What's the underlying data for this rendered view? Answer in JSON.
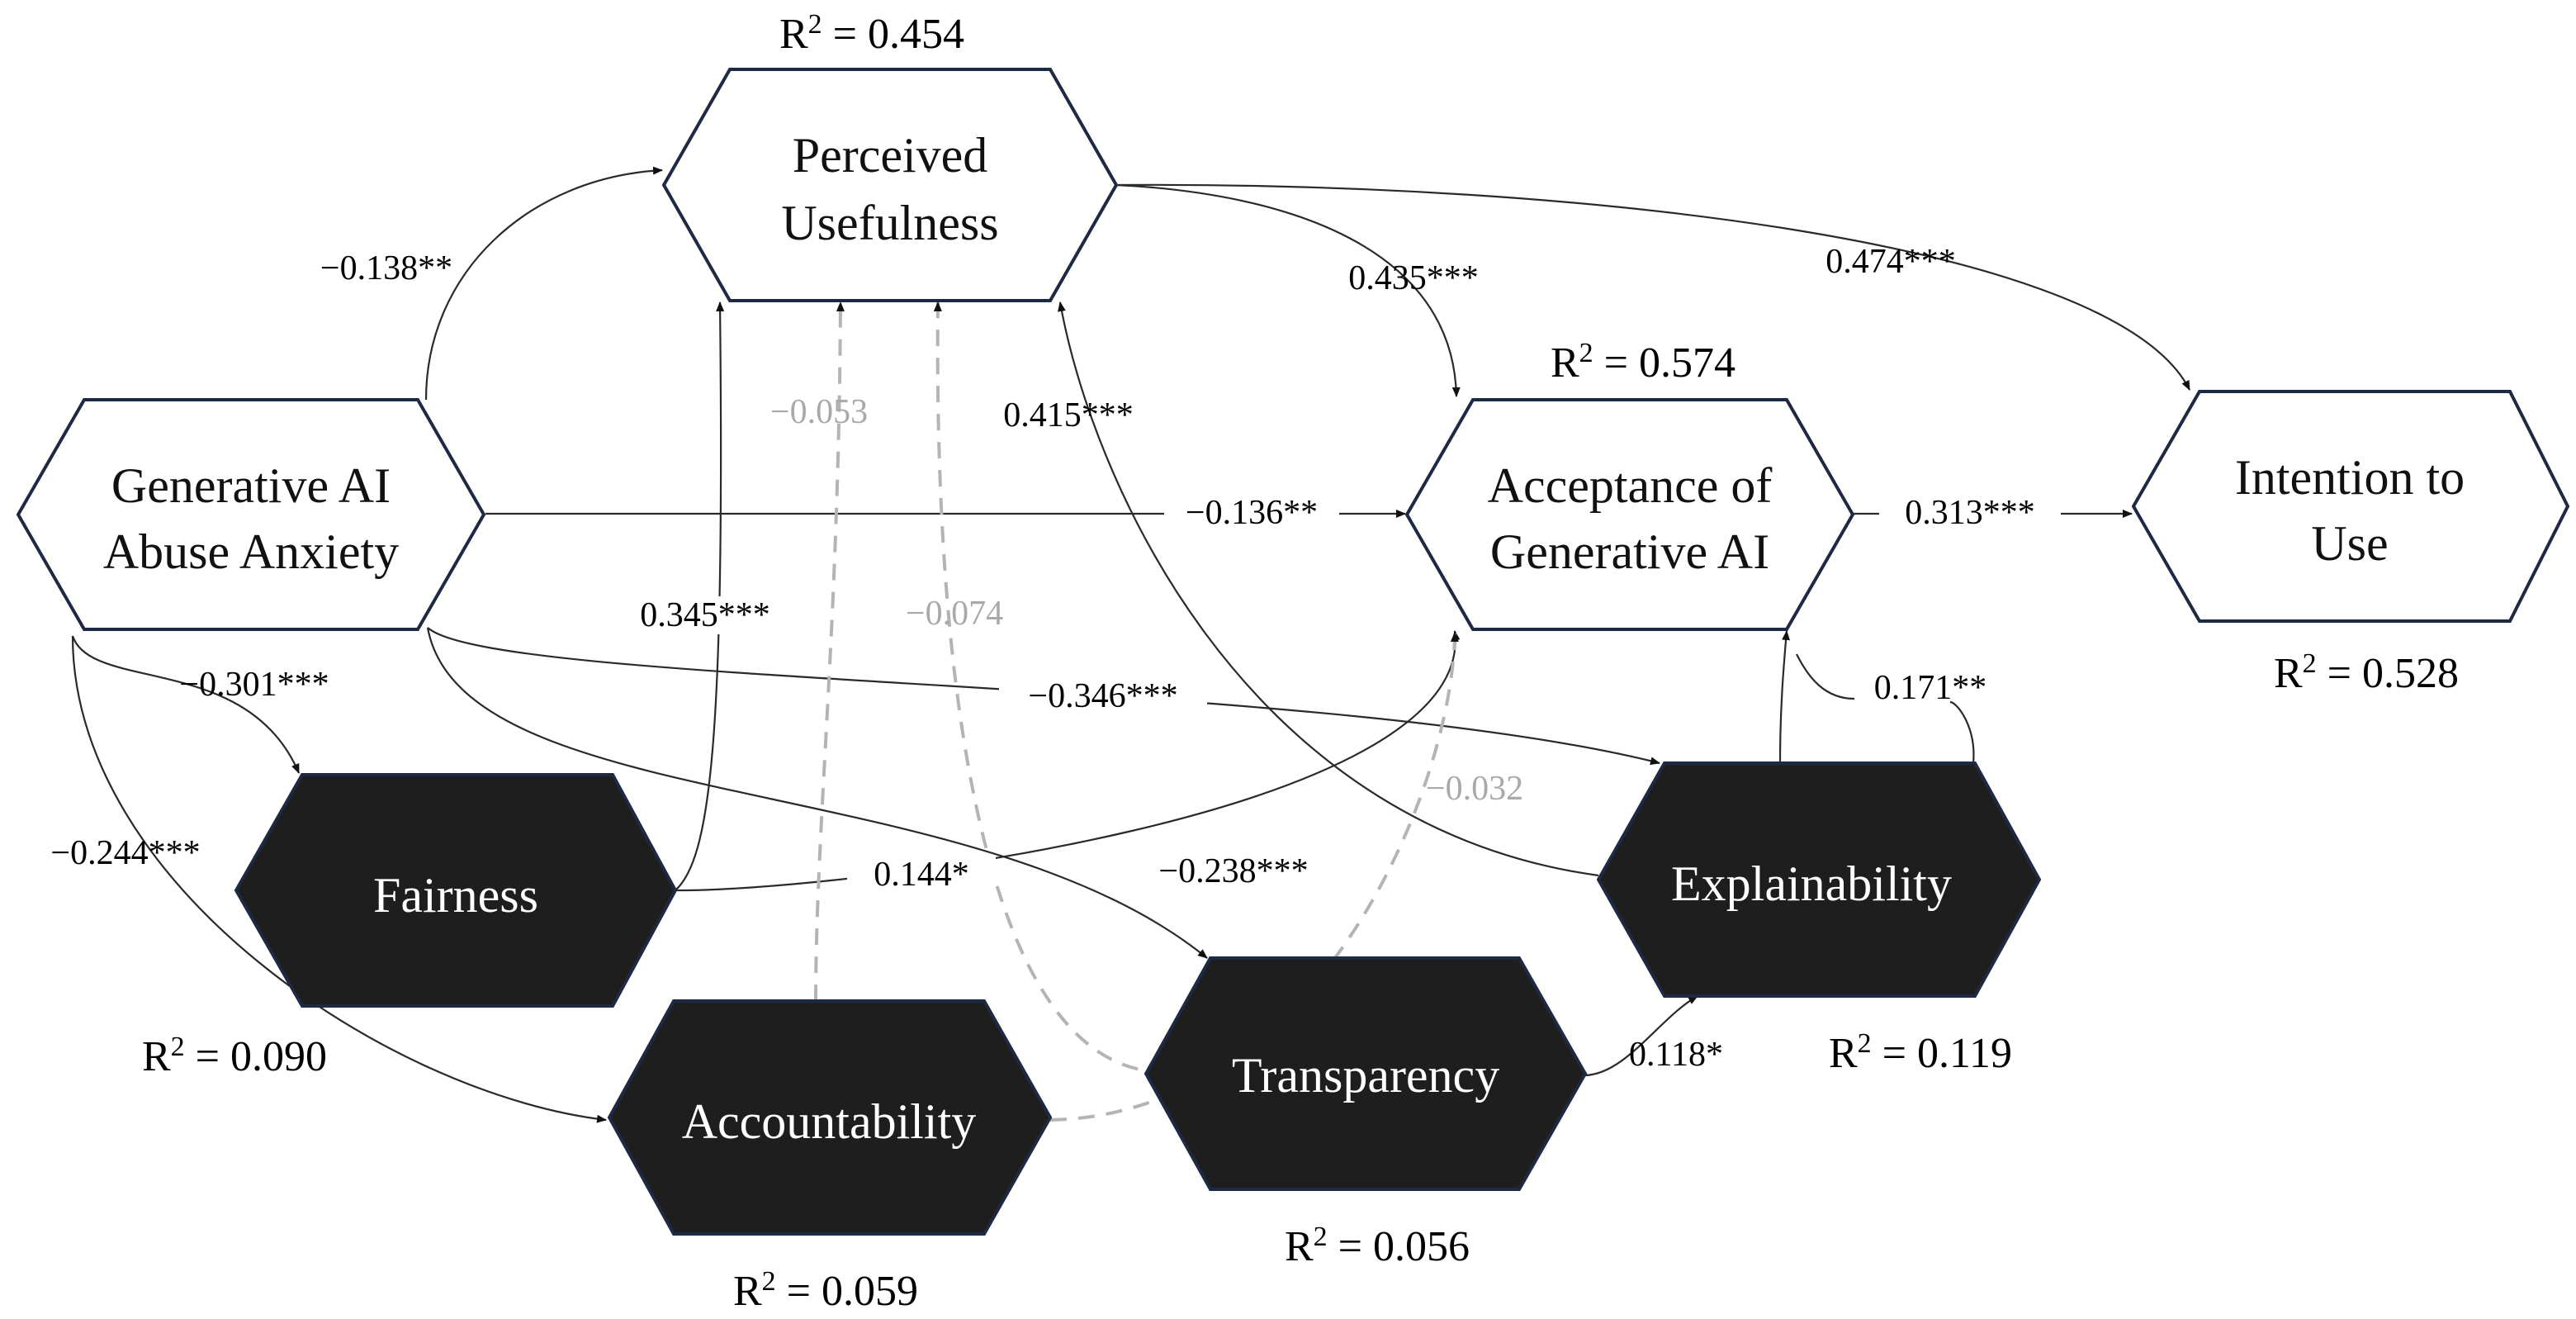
{
  "nodes": [
    {
      "id": "perceived_usefulness",
      "lines": [
        "Perceived",
        "Usefulness"
      ],
      "style": "light",
      "r2": "0.454"
    },
    {
      "id": "gai_abuse_anxiety",
      "lines": [
        "Generative AI",
        "Abuse Anxiety"
      ],
      "style": "light",
      "r2": ""
    },
    {
      "id": "acceptance_gai",
      "lines": [
        "Acceptance of",
        "Generative AI"
      ],
      "style": "light",
      "r2": "0.574"
    },
    {
      "id": "intention_to_use",
      "lines": [
        "Intention to",
        "Use"
      ],
      "style": "light",
      "r2": "0.528"
    },
    {
      "id": "fairness",
      "lines": [
        "Fairness"
      ],
      "style": "dark",
      "r2": "0.090"
    },
    {
      "id": "accountability",
      "lines": [
        "Accountability"
      ],
      "style": "dark",
      "r2": "0.059"
    },
    {
      "id": "transparency",
      "lines": [
        "Transparency"
      ],
      "style": "dark",
      "r2": "0.056"
    },
    {
      "id": "explainability",
      "lines": [
        "Explainability"
      ],
      "style": "dark",
      "r2": "0.119"
    }
  ],
  "r2_prefix": "R",
  "r2_sup": "2",
  "r2_eq": " = ",
  "edges": [
    {
      "id": "anx_pu",
      "from": "gai_abuse_anxiety",
      "to": "perceived_usefulness",
      "coef": "−0.138**",
      "significant": true
    },
    {
      "id": "anx_acc",
      "from": "gai_abuse_anxiety",
      "to": "acceptance_gai",
      "coef": "−0.136**",
      "significant": true
    },
    {
      "id": "anx_fair",
      "from": "gai_abuse_anxiety",
      "to": "fairness",
      "coef": "−0.301***",
      "significant": true
    },
    {
      "id": "anx_acct",
      "from": "gai_abuse_anxiety",
      "to": "accountability",
      "coef": "−0.244***",
      "significant": true
    },
    {
      "id": "anx_trans",
      "from": "gai_abuse_anxiety",
      "to": "transparency",
      "coef": "−0.238***",
      "significant": true
    },
    {
      "id": "anx_expl",
      "from": "gai_abuse_anxiety",
      "to": "explainability",
      "coef": "−0.346***",
      "significant": true
    },
    {
      "id": "pu_acc",
      "from": "perceived_usefulness",
      "to": "acceptance_gai",
      "coef": "0.435***",
      "significant": true
    },
    {
      "id": "pu_int",
      "from": "perceived_usefulness",
      "to": "intention_to_use",
      "coef": "0.474***",
      "significant": true
    },
    {
      "id": "acc_int",
      "from": "acceptance_gai",
      "to": "intention_to_use",
      "coef": "0.313***",
      "significant": true
    },
    {
      "id": "fair_pu",
      "from": "fairness",
      "to": "perceived_usefulness",
      "coef": "0.345***",
      "significant": true
    },
    {
      "id": "fair_acc",
      "from": "fairness",
      "to": "acceptance_gai",
      "coef": "0.144*",
      "significant": true
    },
    {
      "id": "acct_pu",
      "from": "accountability",
      "to": "perceived_usefulness",
      "coef": "−0.053",
      "significant": false
    },
    {
      "id": "trans_pu",
      "from": "transparency",
      "to": "perceived_usefulness",
      "coef": "−0.074",
      "significant": false
    },
    {
      "id": "trans_acc",
      "from": "transparency",
      "to": "acceptance_gai",
      "coef": "−0.032",
      "significant": false
    },
    {
      "id": "expl_pu",
      "from": "explainability",
      "to": "perceived_usefulness",
      "coef": "0.415***",
      "significant": true
    },
    {
      "id": "expl_acc",
      "from": "explainability",
      "to": "acceptance_gai",
      "coef": "0.171**",
      "significant": true
    },
    {
      "id": "trans_expl",
      "from": "transparency",
      "to": "explainability",
      "coef": "0.118*",
      "significant": true
    }
  ]
}
